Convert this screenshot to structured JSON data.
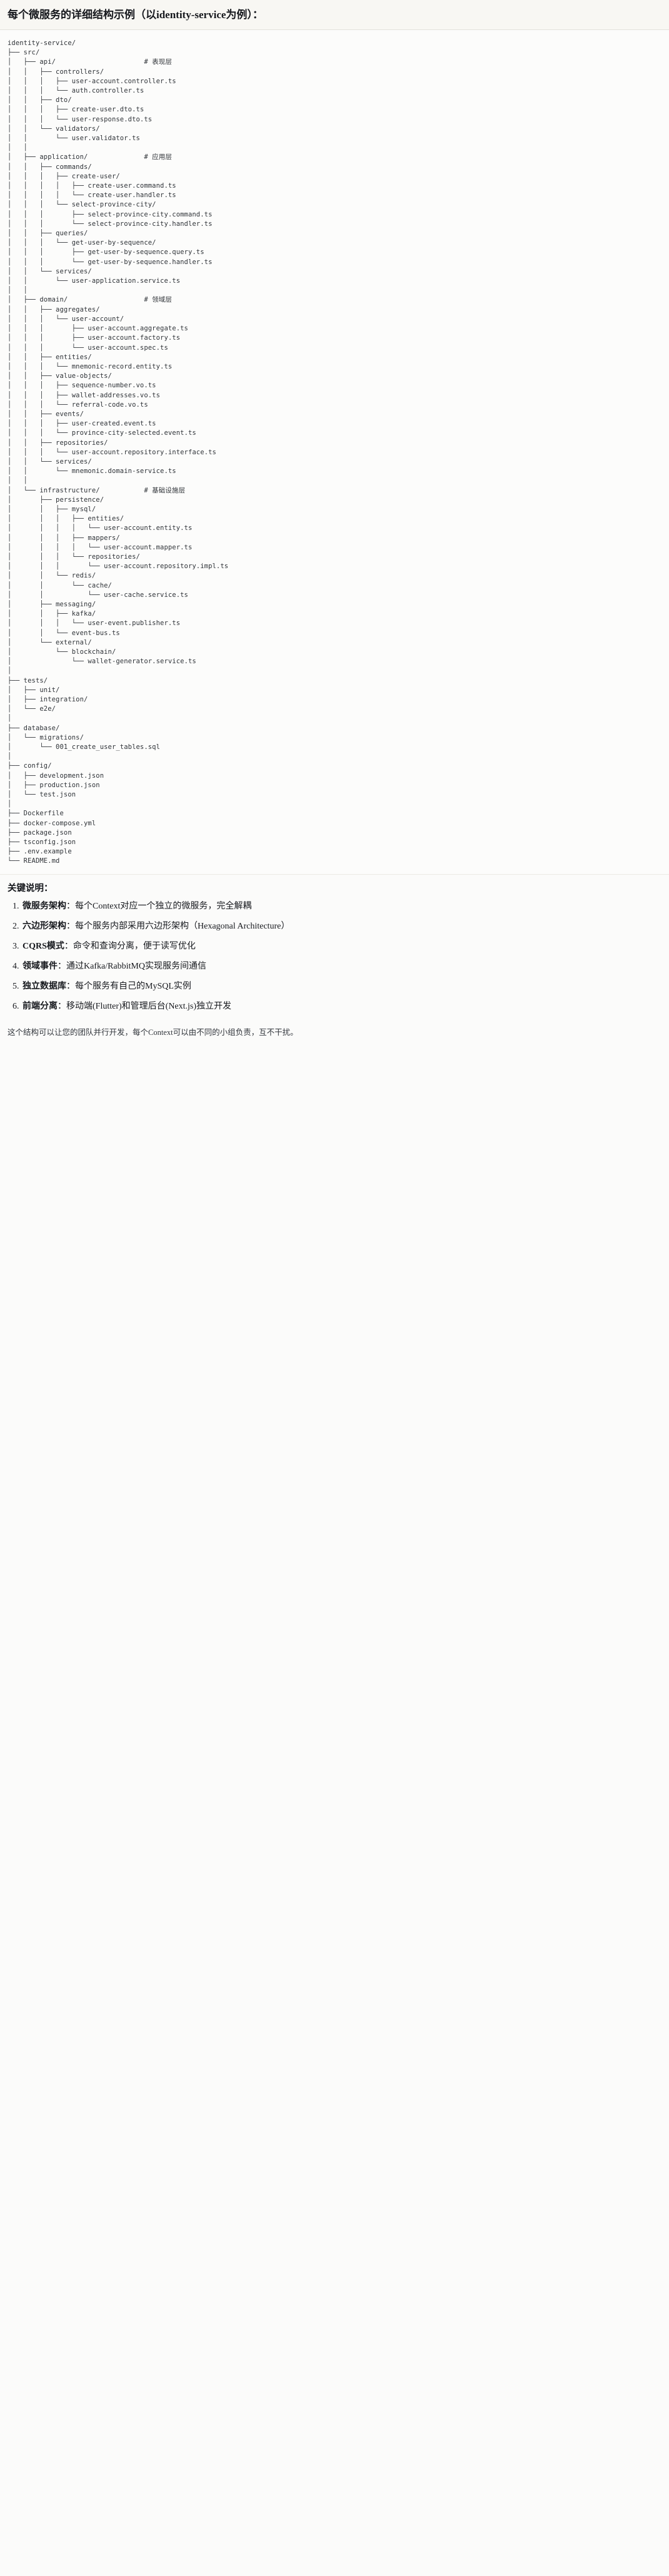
{
  "header": {
    "title": "每个微服务的详细结构示例（以identity-service为例）："
  },
  "tree": {
    "root_label": "identity-service/",
    "text": "identity-service/\n├── src/\n│   ├── api/                      # 表现层\n│   │   ├── controllers/\n│   │   │   ├── user-account.controller.ts\n│   │   │   └── auth.controller.ts\n│   │   ├── dto/\n│   │   │   ├── create-user.dto.ts\n│   │   │   └── user-response.dto.ts\n│   │   └── validators/\n│   │       └── user.validator.ts\n│   │\n│   ├── application/              # 应用层\n│   │   ├── commands/\n│   │   │   ├── create-user/\n│   │   │   │   ├── create-user.command.ts\n│   │   │   │   └── create-user.handler.ts\n│   │   │   └── select-province-city/\n│   │   │       ├── select-province-city.command.ts\n│   │   │       └── select-province-city.handler.ts\n│   │   ├── queries/\n│   │   │   └── get-user-by-sequence/\n│   │   │       ├── get-user-by-sequence.query.ts\n│   │   │       └── get-user-by-sequence.handler.ts\n│   │   └── services/\n│   │       └── user-application.service.ts\n│   │\n│   ├── domain/                   # 领域层\n│   │   ├── aggregates/\n│   │   │   └── user-account/\n│   │   │       ├── user-account.aggregate.ts\n│   │   │       ├── user-account.factory.ts\n│   │   │       └── user-account.spec.ts\n│   │   ├── entities/\n│   │   │   └── mnemonic-record.entity.ts\n│   │   ├── value-objects/\n│   │   │   ├── sequence-number.vo.ts\n│   │   │   ├── wallet-addresses.vo.ts\n│   │   │   └── referral-code.vo.ts\n│   │   ├── events/\n│   │   │   ├── user-created.event.ts\n│   │   │   └── province-city-selected.event.ts\n│   │   ├── repositories/\n│   │   │   └── user-account.repository.interface.ts\n│   │   └── services/\n│   │       └── mnemonic.domain-service.ts\n│   │\n│   └── infrastructure/           # 基础设施层\n│       ├── persistence/\n│       │   ├── mysql/\n│       │   │   ├── entities/\n│       │   │   │   └── user-account.entity.ts\n│       │   │   ├── mappers/\n│       │   │   │   └── user-account.mapper.ts\n│       │   │   └── repositories/\n│       │   │       └── user-account.repository.impl.ts\n│       │   └── redis/\n│       │       └── cache/\n│       │           └── user-cache.service.ts\n│       ├── messaging/\n│       │   ├── kafka/\n│       │   │   └── user-event.publisher.ts\n│       │   └── event-bus.ts\n│       └── external/\n│           └── blockchain/\n│               └── wallet-generator.service.ts\n│\n├── tests/\n│   ├── unit/\n│   ├── integration/\n│   └── e2e/\n│\n├── database/\n│   └── migrations/\n│       └── 001_create_user_tables.sql\n│\n├── config/\n│   ├── development.json\n│   ├── production.json\n│   └── test.json\n│\n├── Dockerfile\n├── docker-compose.yml\n├── package.json\n├── tsconfig.json\n├── .env.example\n└── README.md",
    "comments": [
      "# 表现层",
      "# 应用层",
      "# 领域层",
      "# 基础设施层"
    ]
  },
  "notes": {
    "heading": "关键说明：",
    "separator": "：",
    "items": [
      {
        "term": "微服务架构",
        "desc": "每个Context对应一个独立的微服务，完全解耦"
      },
      {
        "term": "六边形架构",
        "desc": "每个服务内部采用六边形架构（Hexagonal Architecture）"
      },
      {
        "term": "CQRS模式",
        "desc": "命令和查询分离，便于读写优化"
      },
      {
        "term": "领域事件",
        "desc": "通过Kafka/RabbitMQ实现服务间通信"
      },
      {
        "term": "独立数据库",
        "desc": "每个服务有自己的MySQL实例"
      },
      {
        "term": "前端分离",
        "desc": "移动端(Flutter)和管理后台(Next.js)独立开发"
      }
    ]
  },
  "footer": {
    "text": "这个结构可以让您的团队并行开发，每个Context可以由不同的小组负责，互不干扰。"
  }
}
